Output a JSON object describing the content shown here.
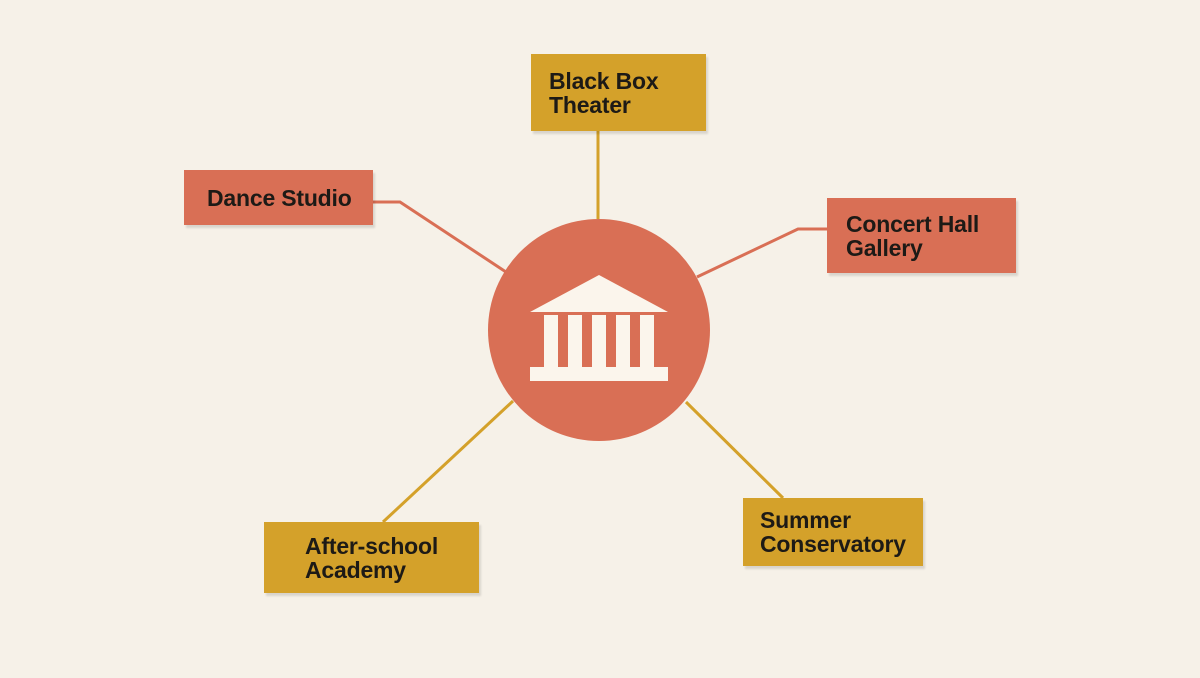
{
  "colors": {
    "background": "#f6f1e8",
    "gold": "#d4a12a",
    "coral": "#d96f55",
    "icon": "#fbf5ec"
  },
  "hub": {
    "icon": "museum-building-icon"
  },
  "nodes": [
    {
      "id": "black-box",
      "label": "Black Box\nTheater",
      "color": "gold"
    },
    {
      "id": "dance",
      "label": "Dance Studio",
      "color": "coral"
    },
    {
      "id": "concert",
      "label": "Concert Hall\nGallery",
      "color": "coral"
    },
    {
      "id": "afterschool",
      "label": "After-school\nAcademy",
      "color": "gold"
    },
    {
      "id": "summer",
      "label": "Summer\nConservatory",
      "color": "gold"
    }
  ]
}
